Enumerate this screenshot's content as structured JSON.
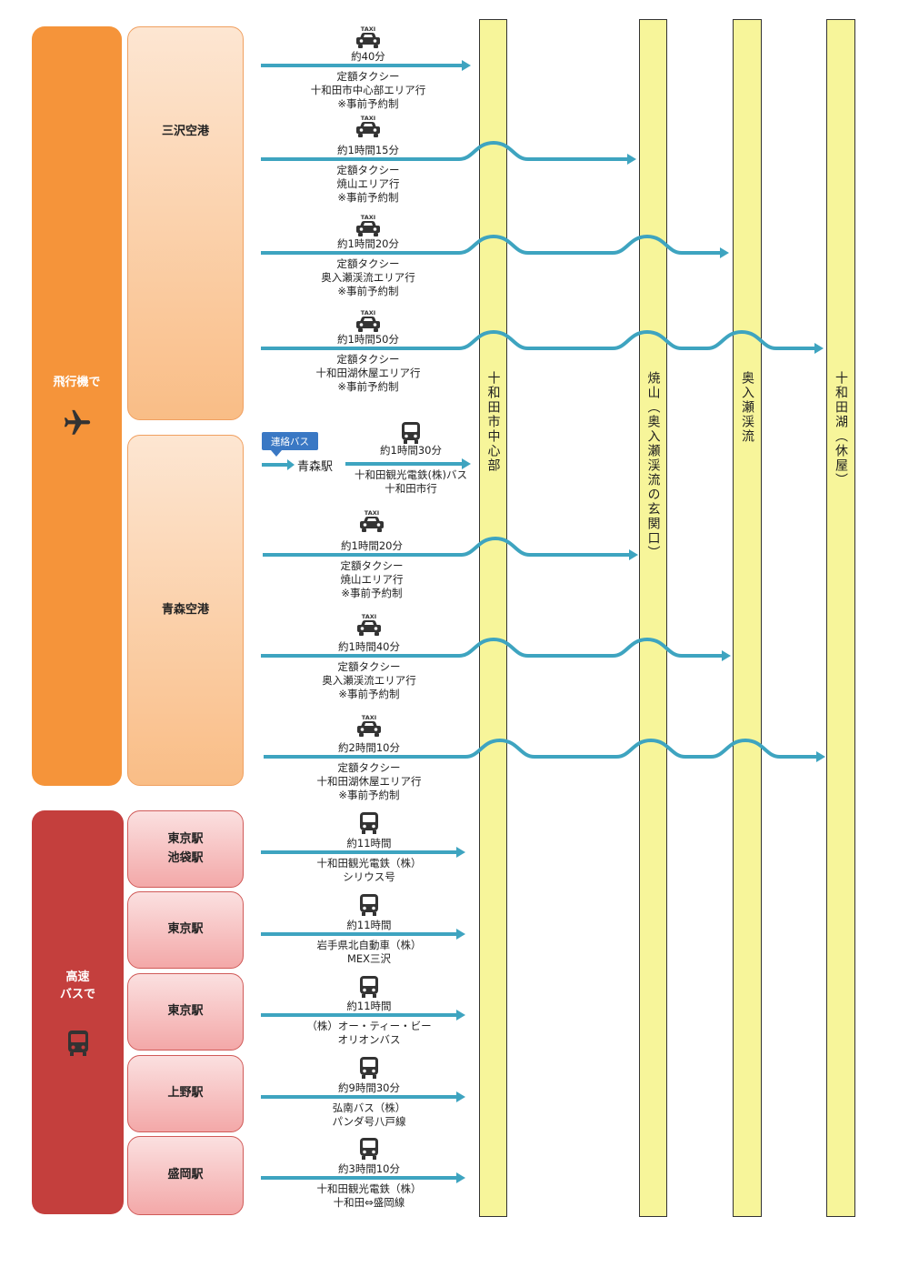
{
  "groups": {
    "plane": {
      "label": "飛行機で",
      "icon": "airplane-icon"
    },
    "bus": {
      "label_1": "高速",
      "label_2": "バスで",
      "icon": "bus-icon"
    }
  },
  "origins": {
    "misawa": "三沢空港",
    "aomori": "青森空港",
    "tokyo_ikebukuro_1": "東京駅",
    "tokyo_ikebukuro_2": "池袋駅",
    "tokyo_a": "東京駅",
    "tokyo_b": "東京駅",
    "ueno": "上野駅",
    "morioka": "盛岡駅"
  },
  "destinations": {
    "towada_city": "十和田市中心部",
    "yakeyama": "焼山（奥入瀬渓流の玄関口）",
    "oirase": "奥入瀬渓流",
    "towada_lake": "十和田湖（休屋）"
  },
  "connector": {
    "label": "連絡バス",
    "station": "青森駅"
  },
  "icons": {
    "taxi": "taxi-icon",
    "bus": "bus-icon",
    "taxi_text": "TAXI"
  },
  "colors": {
    "plane_group": "#f5943a",
    "bus_group": "#c43f3d",
    "arrow": "#3ea4c0",
    "destination": "#f7f59a",
    "connector": "#3a78c4"
  },
  "routes": [
    {
      "time": "約40分",
      "l1": "定額タクシー",
      "l2": "十和田市中心部エリア行",
      "l3": "※事前予約制",
      "mode": "taxi"
    },
    {
      "time": "約1時間15分",
      "l1": "定額タクシー",
      "l2": "焼山エリア行",
      "l3": "※事前予約制",
      "mode": "taxi"
    },
    {
      "time": "約1時間20分",
      "l1": "定額タクシー",
      "l2": "奥入瀬渓流エリア行",
      "l3": "※事前予約制",
      "mode": "taxi"
    },
    {
      "time": "約1時間50分",
      "l1": "定額タクシー",
      "l2": "十和田湖休屋エリア行",
      "l3": "※事前予約制",
      "mode": "taxi"
    },
    {
      "time": "約1時間30分",
      "l1": "十和田観光電鉄(株)バス",
      "l2": "十和田市行",
      "l3": "",
      "mode": "bus"
    },
    {
      "time": "約1時間20分",
      "l1": "定額タクシー",
      "l2": "焼山エリア行",
      "l3": "※事前予約制",
      "mode": "taxi"
    },
    {
      "time": "約1時間40分",
      "l1": "定額タクシー",
      "l2": "奥入瀬渓流エリア行",
      "l3": "※事前予約制",
      "mode": "taxi"
    },
    {
      "time": "約2時間10分",
      "l1": "定額タクシー",
      "l2": "十和田湖休屋エリア行",
      "l3": "※事前予約制",
      "mode": "taxi"
    },
    {
      "time": "約11時間",
      "l1": "十和田観光電鉄（株）",
      "l2": "シリウス号",
      "l3": "",
      "mode": "bus"
    },
    {
      "time": "約11時間",
      "l1": "岩手県北自動車（株）",
      "l2": "MEX三沢",
      "l3": "",
      "mode": "bus"
    },
    {
      "time": "約11時間",
      "l1": "（株）オー・ティー・ビー",
      "l2": "オリオンバス",
      "l3": "",
      "mode": "bus"
    },
    {
      "time": "約9時間30分",
      "l1": "弘南バス（株）",
      "l2": "パンダ号八戸線",
      "l3": "",
      "mode": "bus"
    },
    {
      "time": "約3時間10分",
      "l1": "十和田観光電鉄（株）",
      "l2": "十和田⇔盛岡線",
      "l3": "",
      "mode": "bus"
    }
  ]
}
